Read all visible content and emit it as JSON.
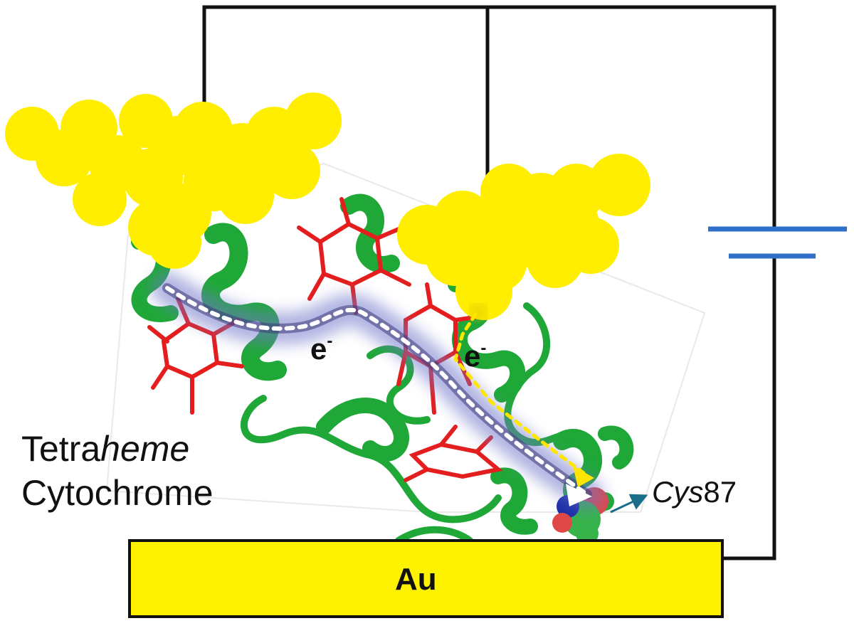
{
  "protein": {
    "line1": "Tetra",
    "italic": "heme",
    "line2": "Cytochrome"
  },
  "residue": {
    "italic": "Cys",
    "number": "87"
  },
  "electrode": {
    "label": "Au"
  },
  "electron": {
    "symbol": "e",
    "charge": "-"
  },
  "colors": {
    "gold_cluster": "#ffee00",
    "electrode_fill": "#fff200",
    "protein_ribbon": "#1fa838",
    "heme": "#e41e1e",
    "battery": "#2e6fc9",
    "path_glow": "#6f77c9",
    "path_primary": "#ffffff",
    "path_secondary": "#ffe600",
    "arrow": "#1a6e8a"
  }
}
